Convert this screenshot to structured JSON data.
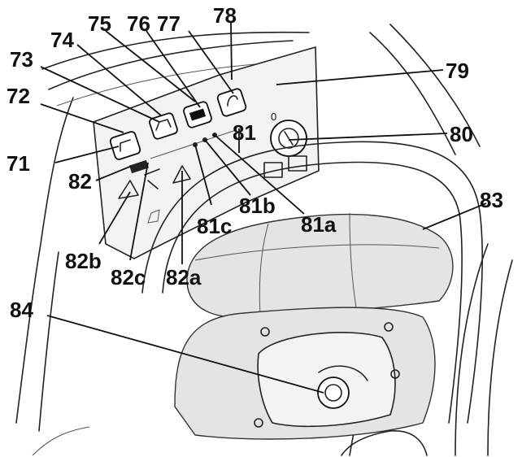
{
  "callouts": [
    {
      "id": "71",
      "label": "71"
    },
    {
      "id": "72",
      "label": "72"
    },
    {
      "id": "73",
      "label": "73"
    },
    {
      "id": "74",
      "label": "74"
    },
    {
      "id": "75",
      "label": "75"
    },
    {
      "id": "76",
      "label": "76"
    },
    {
      "id": "77",
      "label": "77"
    },
    {
      "id": "78",
      "label": "78"
    },
    {
      "id": "79",
      "label": "79"
    },
    {
      "id": "80",
      "label": "80"
    },
    {
      "id": "81",
      "label": "81"
    },
    {
      "id": "81a",
      "label": "81a"
    },
    {
      "id": "81b",
      "label": "81b"
    },
    {
      "id": "81c",
      "label": "81c"
    },
    {
      "id": "82",
      "label": "82"
    },
    {
      "id": "82a",
      "label": "82a"
    },
    {
      "id": "82b",
      "label": "82b"
    },
    {
      "id": "82c",
      "label": "82c"
    },
    {
      "id": "83",
      "label": "83"
    },
    {
      "id": "84",
      "label": "84"
    }
  ],
  "panel_marks": {
    "key_position": "0"
  }
}
